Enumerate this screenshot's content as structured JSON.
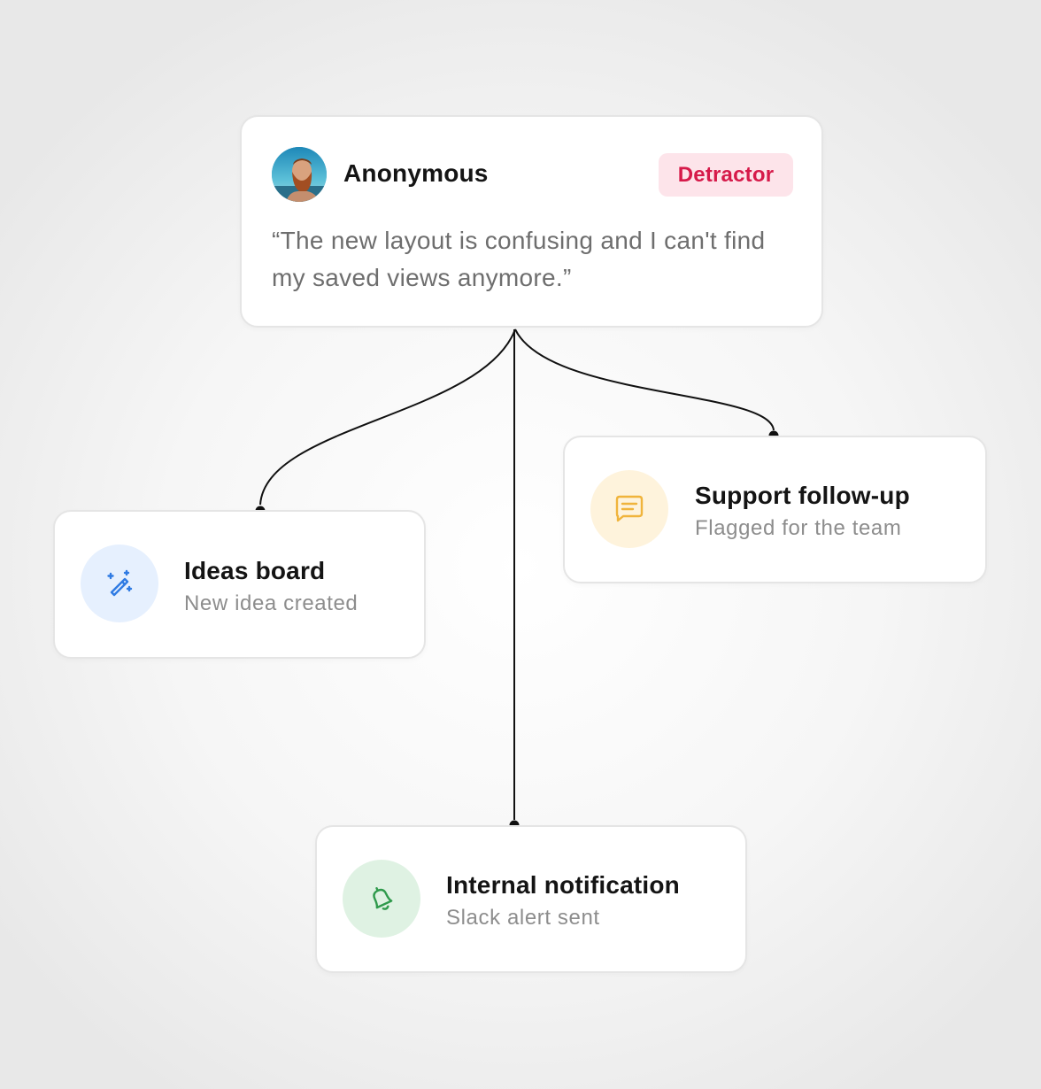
{
  "feedback": {
    "author": "Anonymous",
    "badge": "Detractor",
    "quote": "“The new layout is confusing and I can't find my saved views anymore.”",
    "avatar_icon": "person-avatar"
  },
  "actions": [
    {
      "title": "Ideas board",
      "subtitle": "New idea created",
      "icon": "magic-wand-icon",
      "icon_color": "#2f7be3",
      "icon_bg": "#e6f0fe"
    },
    {
      "title": "Support follow-up",
      "subtitle": "Flagged for the team",
      "icon": "message-icon",
      "icon_color": "#f0b43c",
      "icon_bg": "#fef3dc"
    },
    {
      "title": "Internal notification",
      "subtitle": "Slack alert sent",
      "icon": "bell-icon",
      "icon_color": "#2f9a4c",
      "icon_bg": "#dff2e3"
    }
  ],
  "colors": {
    "badge_text": "#d61a4a",
    "badge_bg": "#fde4ea",
    "connector": "#111111"
  }
}
